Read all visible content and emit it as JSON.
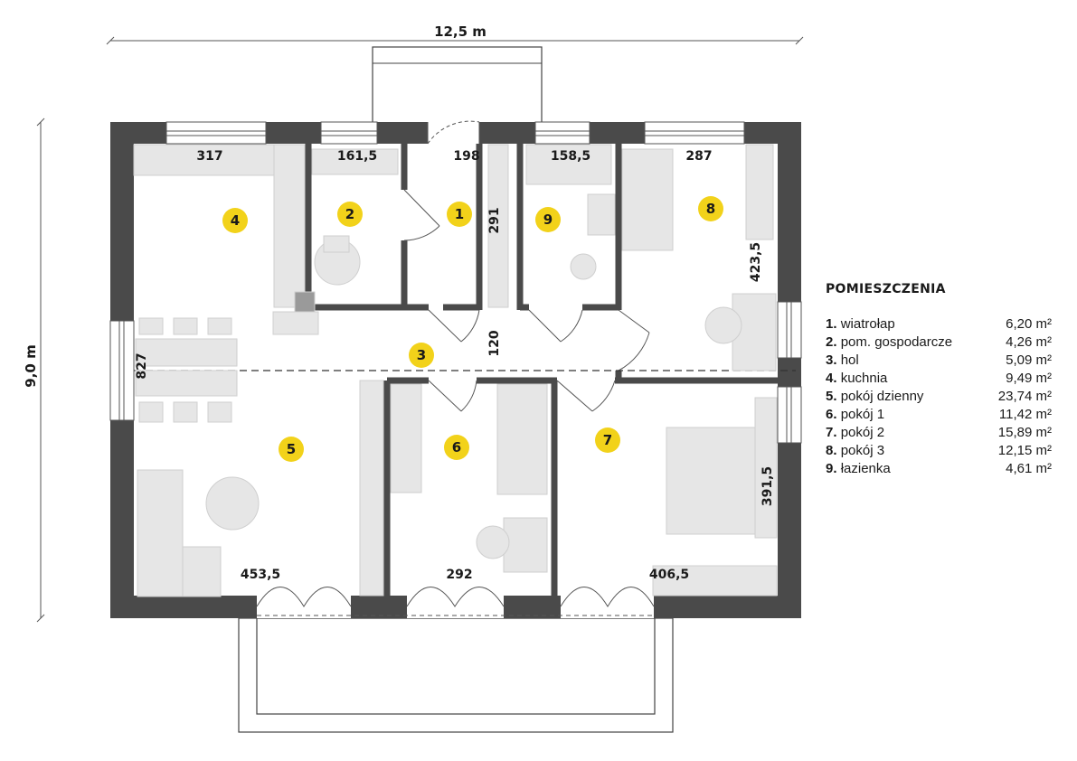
{
  "overall_dimensions": {
    "width": "12,5 m",
    "depth": "9,0 m"
  },
  "room_markers": [
    "1",
    "2",
    "3",
    "4",
    "5",
    "6",
    "7",
    "8",
    "9"
  ],
  "dimensions": {
    "kitchen_width": "317",
    "utility_width": "161,5",
    "vestibule_width": "198",
    "bathroom_width": "158,5",
    "bedroom3_width": "287",
    "vestibule_depth": "291",
    "hall_depth": "120",
    "bedroom3_depth": "423,5",
    "living_depth": "827",
    "bedroom2_depth": "391,5",
    "living_width": "453,5",
    "bedroom1_width": "292",
    "bedroom2_width": "406,5"
  },
  "legend": {
    "title": "POMIESZCZENIA",
    "rooms": [
      {
        "num": "1.",
        "name": "wiatrołap",
        "area": "6,20 m²"
      },
      {
        "num": "2.",
        "name": "pom. gospodarcze",
        "area": "4,26 m²"
      },
      {
        "num": "3.",
        "name": "hol",
        "area": "5,09 m²"
      },
      {
        "num": "4.",
        "name": "kuchnia",
        "area": "9,49 m²"
      },
      {
        "num": "5.",
        "name": "pokój dzienny",
        "area": "23,74 m²"
      },
      {
        "num": "6.",
        "name": "pokój 1",
        "area": "11,42 m²"
      },
      {
        "num": "7.",
        "name": "pokój 2",
        "area": "15,89 m²"
      },
      {
        "num": "8.",
        "name": "pokój 3",
        "area": "12,15 m²"
      },
      {
        "num": "9.",
        "name": "łazienka",
        "area": "4,61 m²"
      }
    ]
  },
  "colors": {
    "wall": "#4a4a4a",
    "marker": "#f2d21a",
    "furniture": "#e4e4e4",
    "line": "#333333"
  }
}
